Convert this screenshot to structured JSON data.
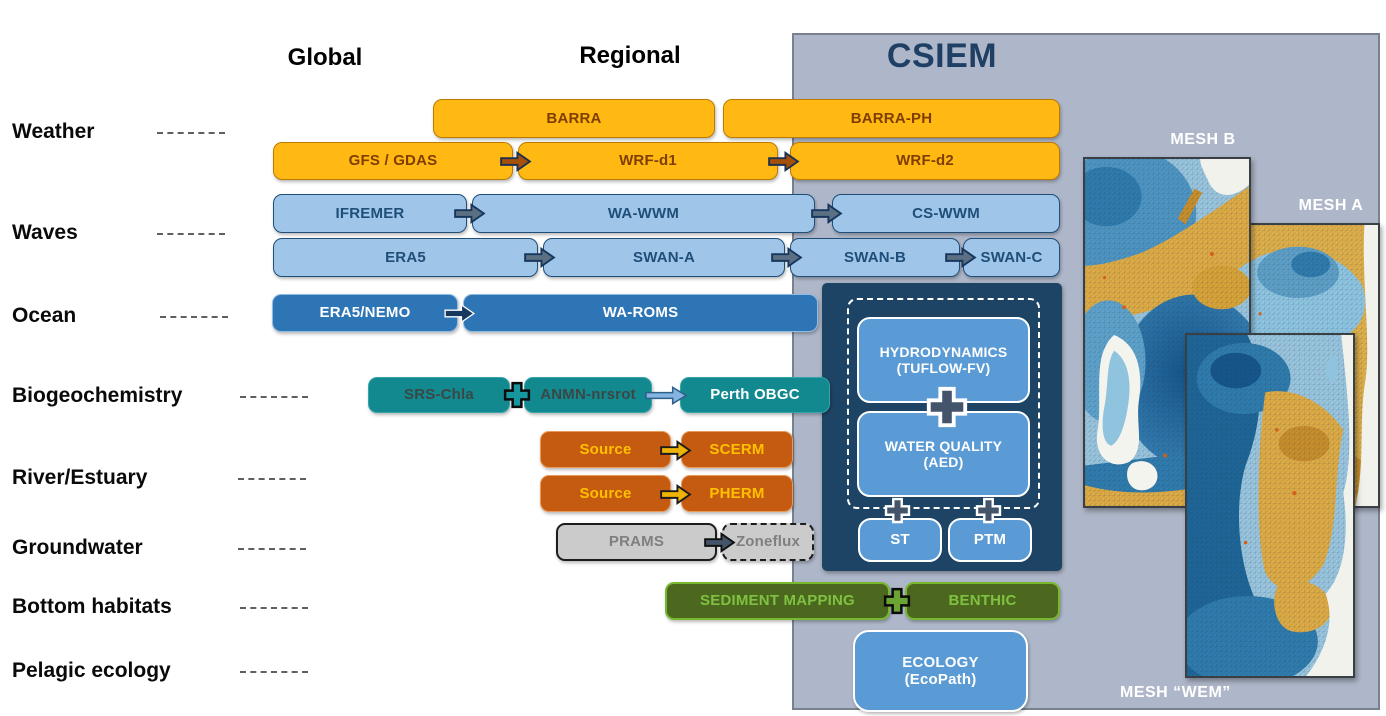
{
  "headers": {
    "global": "Global",
    "regional": "Regional",
    "csiem": "CSIEM"
  },
  "row_labels": [
    {
      "label": "Weather"
    },
    {
      "label": "Waves"
    },
    {
      "label": "Ocean"
    },
    {
      "label": "Biogeochemistry"
    },
    {
      "label": "River/Estuary"
    },
    {
      "label": "Groundwater"
    },
    {
      "label": "Bottom habitats"
    },
    {
      "label": "Pelagic ecology"
    }
  ],
  "weather": {
    "barra": "BARRA",
    "barra_ph": "BARRA-PH",
    "gfs_gdas": "GFS / GDAS",
    "wrf_d1": "WRF-d1",
    "wrf_d2": "WRF-d2"
  },
  "waves": {
    "ifremer": "IFREMER",
    "wa_wwm": "WA-WWM",
    "cs_wwm": "CS-WWM",
    "era5": "ERA5",
    "swan_a": "SWAN-A",
    "swan_b": "SWAN-B",
    "swan_c": "SWAN-C"
  },
  "ocean": {
    "era5_nemo": "ERA5/NEMO",
    "wa_roms": "WA-ROMS"
  },
  "biogeochemistry": {
    "srs_chla": "SRS-Chla",
    "anmn_nrsrot": "ANMN-nrsrot",
    "perth_obgc": "Perth OBGC"
  },
  "river_estuary": {
    "source_1": "Source",
    "scerm": "SCERM",
    "source_2": "Source",
    "pherm": "PHERM"
  },
  "groundwater": {
    "prams": "PRAMS",
    "zoneflux": "Zoneflux"
  },
  "bottom_habitats": {
    "sediment_mapping": "SEDIMENT MAPPING",
    "benthic": "BENTHIC"
  },
  "csiem_core": {
    "hydrodynamics_line1": "HYDRODYNAMICS",
    "hydrodynamics_line2": "(TUFLOW-FV)",
    "water_quality_line1": "WATER QUALITY",
    "water_quality_line2": "(AED)",
    "st": "ST",
    "ptm": "PTM",
    "ecology_line1": "ECOLOGY",
    "ecology_line2": "(EcoPath)"
  },
  "meshes": {
    "mesh_b": "MESH B",
    "mesh_a": "MESH A",
    "mesh_wem": "MESH “WEM”"
  },
  "colors": {
    "panel_bg": "#AEB7C9",
    "csiem_title": "#1F4064",
    "weather_fill": "#FFB912",
    "weather_text": "#7F3E00",
    "waves_fill": "#9FC5E8",
    "waves_text": "#1F4E79",
    "ocean_fill": "#2E75B6",
    "teal_fill": "#11898F",
    "river_fill": "#C55A11",
    "river_text": "#FFC000",
    "gray_fill": "#CBCBCB",
    "green_fill": "#4C681E",
    "green_text": "#7FC142",
    "navy_box": "#1E4465",
    "inner_blue": "#5B9BD5",
    "mesh_gold": "#DFAC45",
    "mesh_deep_blue": "#1E6698",
    "mesh_light_blue": "#9AC6DF"
  }
}
